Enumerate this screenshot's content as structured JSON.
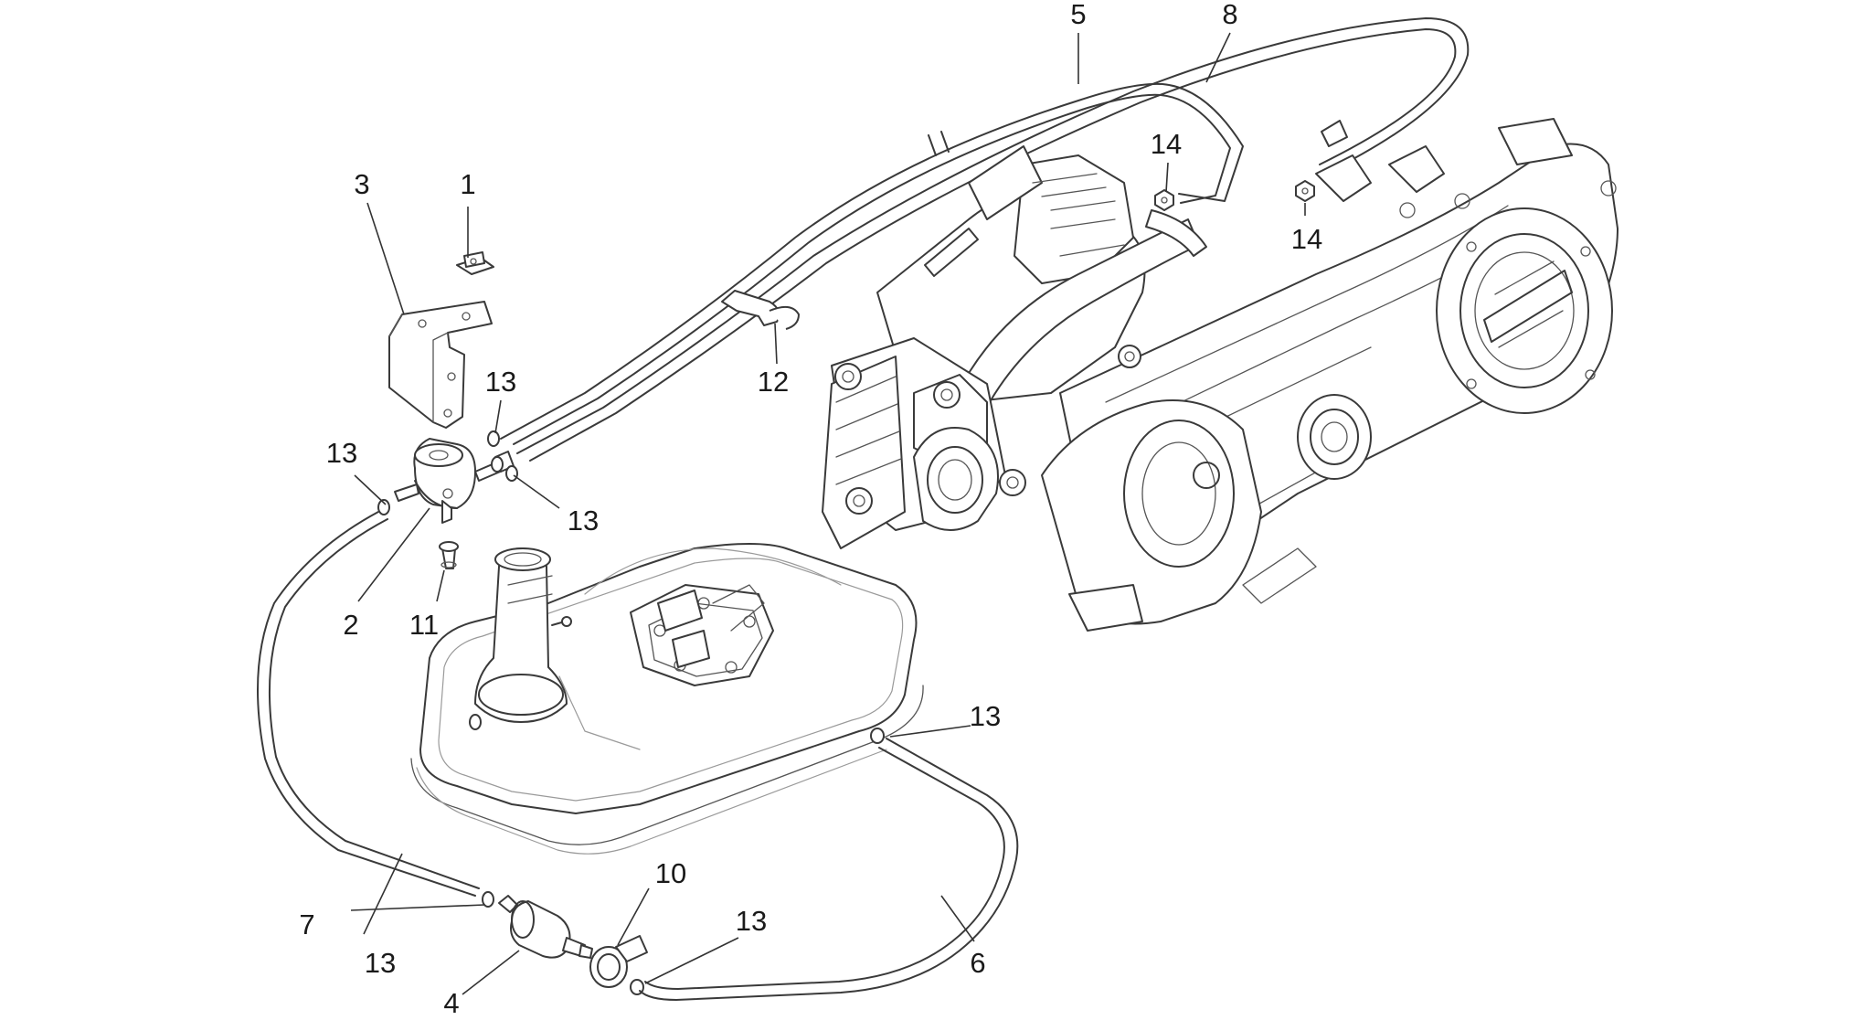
{
  "diagram": {
    "callouts": [
      {
        "id": "c1",
        "text": "1"
      },
      {
        "id": "c2",
        "text": "2"
      },
      {
        "id": "c3",
        "text": "3"
      },
      {
        "id": "c4",
        "text": "4"
      },
      {
        "id": "c5",
        "text": "5"
      },
      {
        "id": "c6",
        "text": "6"
      },
      {
        "id": "c7",
        "text": "7"
      },
      {
        "id": "c8",
        "text": "8"
      },
      {
        "id": "c10",
        "text": "10"
      },
      {
        "id": "c11",
        "text": "11"
      },
      {
        "id": "c12",
        "text": "12"
      },
      {
        "id": "c13a",
        "text": "13"
      },
      {
        "id": "c13b",
        "text": "13"
      },
      {
        "id": "c13c",
        "text": "13"
      },
      {
        "id": "c13d",
        "text": "13"
      },
      {
        "id": "c13e",
        "text": "13"
      },
      {
        "id": "c13f",
        "text": "13"
      },
      {
        "id": "c14a",
        "text": "14"
      },
      {
        "id": "c14b",
        "text": "14"
      }
    ],
    "colors": {
      "line": "#3a3a3a",
      "background": "#ffffff"
    }
  }
}
